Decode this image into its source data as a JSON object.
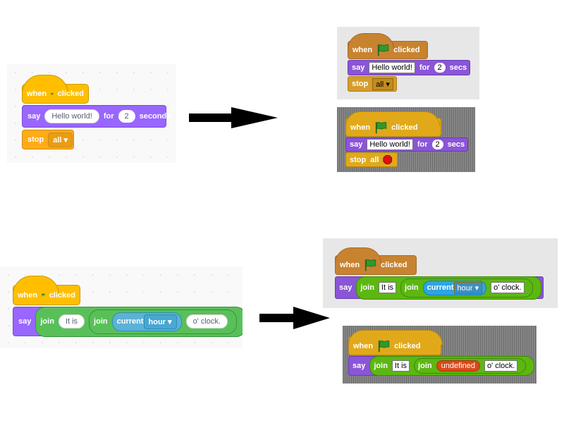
{
  "example1": {
    "scratch3": {
      "hat": {
        "when": "when",
        "clicked": "clicked"
      },
      "say": {
        "label": "say",
        "message": "Hello world!",
        "for": "for",
        "secs": "2",
        "unit": "seconds"
      },
      "stop": {
        "label": "stop",
        "option": "all"
      }
    },
    "scratch2_light": {
      "hat": {
        "when": "when",
        "clicked": "clicked"
      },
      "say": {
        "label": "say",
        "message": "Hello world!",
        "for": "for",
        "secs": "2",
        "unit": "secs"
      },
      "stop": {
        "label": "stop",
        "option": "all"
      }
    },
    "scratch2_dark": {
      "hat": {
        "when": "when",
        "clicked": "clicked"
      },
      "say": {
        "label": "say",
        "message": "Hello world!",
        "for": "for",
        "secs": "2",
        "unit": "secs"
      },
      "stop": {
        "label": "stop",
        "option": "all"
      }
    }
  },
  "example2": {
    "scratch3": {
      "hat": {
        "when": "when",
        "clicked": "clicked"
      },
      "say": {
        "label": "say",
        "join1": "join",
        "text1": "It is",
        "join2": "join",
        "current": "current",
        "hour": "hour",
        "text2": "o' clock."
      }
    },
    "scratch2_light": {
      "hat": {
        "when": "when",
        "clicked": "clicked"
      },
      "say": {
        "label": "say",
        "join1": "join",
        "text1": "It is",
        "join2": "join",
        "current": "current",
        "hour": "hour",
        "text2": "o' clock."
      }
    },
    "scratch2_dark": {
      "hat": {
        "when": "when",
        "clicked": "clicked"
      },
      "say": {
        "label": "say",
        "join1": "join",
        "text1": "It is",
        "join2": "join",
        "undefined": "undefined",
        "text2": "o' clock."
      }
    }
  },
  "colors": {
    "flag": "#2e9a2e",
    "stop_sign": "#dd1111",
    "arrow": "#000000"
  }
}
